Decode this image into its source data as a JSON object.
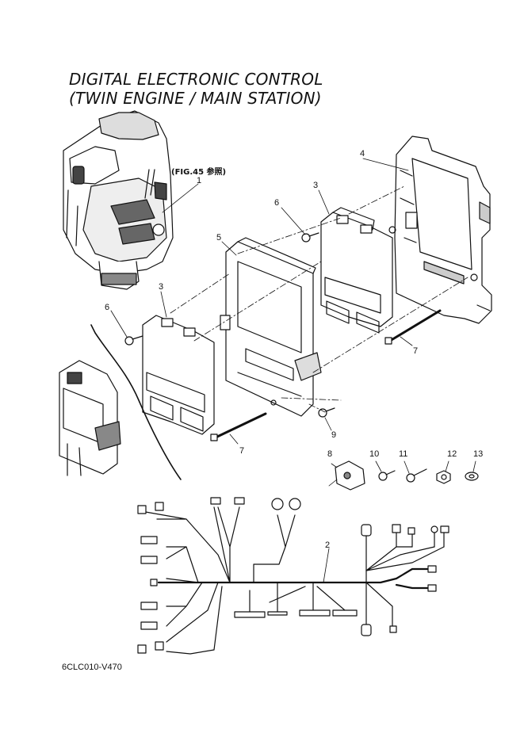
{
  "title": {
    "line1": "DIGITAL ELECTRONIC CONTROL",
    "line2": "(TWIN ENGINE / MAIN STATION)"
  },
  "reference_note": "(FIG.45 参照)",
  "callouts": {
    "c1": "1",
    "c2": "2",
    "c3a": "3",
    "c3b": "3",
    "c4": "4",
    "c5": "5",
    "c6a": "6",
    "c6b": "6",
    "c7a": "7",
    "c7b": "7",
    "c8": "8",
    "c9": "9",
    "c10": "10",
    "c11": "11",
    "c12": "12",
    "c13": "13"
  },
  "diagram_code": "6CLC010-V470"
}
